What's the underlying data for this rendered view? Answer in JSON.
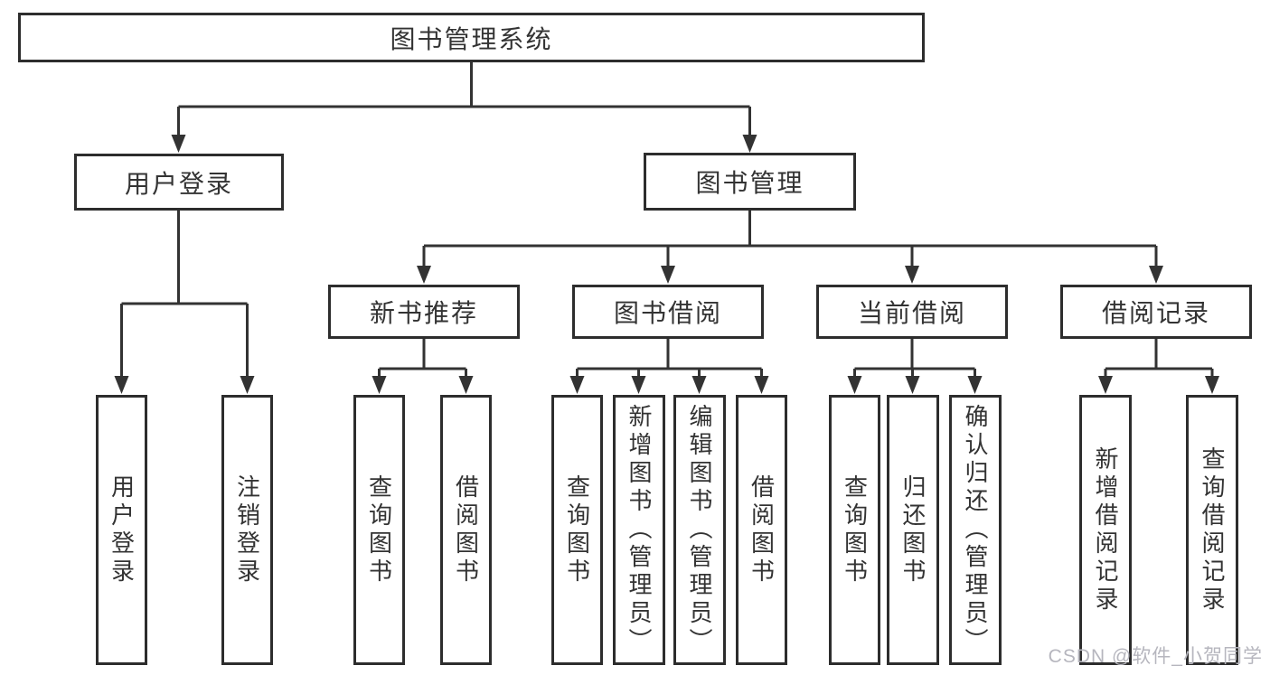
{
  "diagram_type": "hierarchy-tree",
  "tree": {
    "label": "图书管理系统",
    "children": [
      {
        "label": "用户登录",
        "children": [
          {
            "label": "用户登录"
          },
          {
            "label": "注销登录"
          }
        ]
      },
      {
        "label": "图书管理",
        "children": [
          {
            "label": "新书推荐",
            "children": [
              {
                "label": "查询图书"
              },
              {
                "label": "借阅图书"
              }
            ]
          },
          {
            "label": "图书借阅",
            "children": [
              {
                "label": "查询图书"
              },
              {
                "label": "新增图书（管理员）"
              },
              {
                "label": "编辑图书（管理员）"
              },
              {
                "label": "借阅图书"
              }
            ]
          },
          {
            "label": "当前借阅",
            "children": [
              {
                "label": "查询图书"
              },
              {
                "label": "归还图书"
              },
              {
                "label": "确认归还（管理员）"
              }
            ]
          },
          {
            "label": "借阅记录",
            "children": [
              {
                "label": "新增借阅记录"
              },
              {
                "label": "查询借阅记录"
              }
            ]
          }
        ]
      }
    ]
  },
  "watermark": {
    "text": "CSDN @软件_小贺同学"
  },
  "colors": {
    "background": "#ffffff",
    "line": "#333333",
    "box_border": "#2d2d2d",
    "text": "#333333",
    "watermark": "#b6b6be"
  }
}
